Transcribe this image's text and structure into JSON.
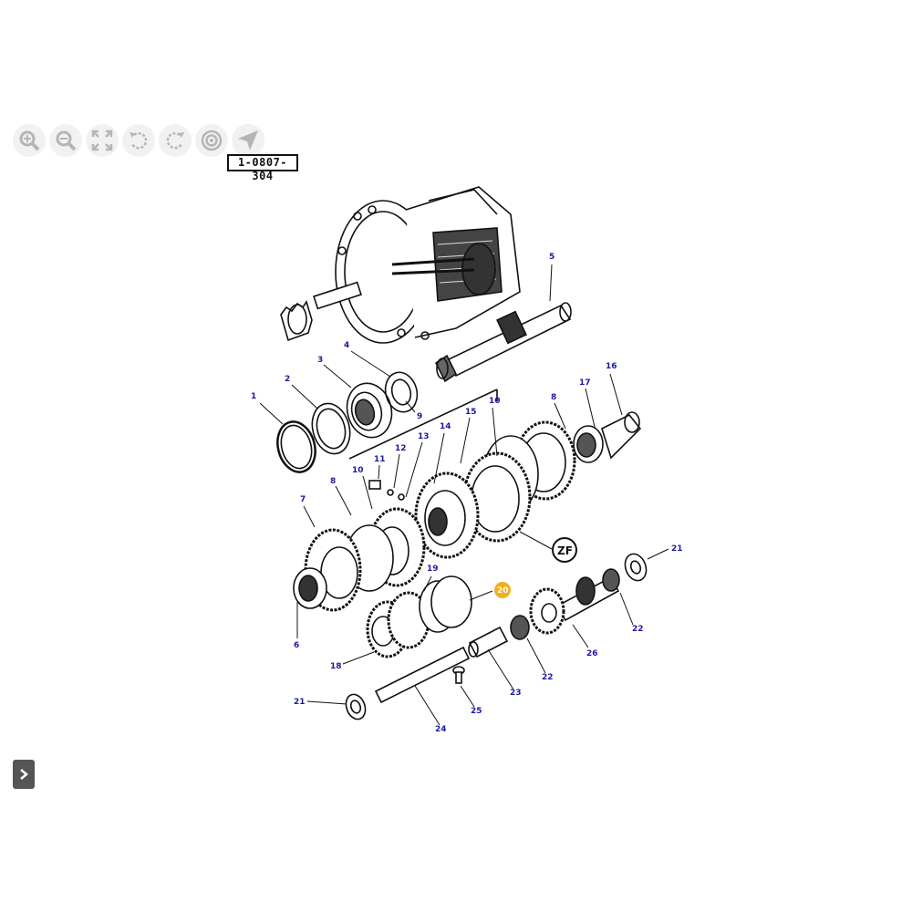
{
  "toolbar": {
    "buttons": [
      {
        "name": "zoom-in-icon",
        "label": "zoom in"
      },
      {
        "name": "zoom-out-icon",
        "label": "zoom out"
      },
      {
        "name": "fit-to-screen-icon",
        "label": "fit"
      },
      {
        "name": "rotate-left-icon",
        "label": "rotate left"
      },
      {
        "name": "rotate-right-icon",
        "label": "rotate right"
      },
      {
        "name": "target-icon",
        "label": "reset"
      },
      {
        "name": "navigate-arrow-icon",
        "label": "pointer"
      }
    ]
  },
  "diagram": {
    "code": "1-0807- 304",
    "logo_text": "ZF",
    "highlight_color": "#f0b020",
    "callout_color": "#1a1aa0",
    "callouts": {
      "c1": "1",
      "c2": "2",
      "c3": "3",
      "c4": "4",
      "c5": "5",
      "c6": "6",
      "c7": "7",
      "c8a": "8",
      "c8b": "8",
      "c9": "9",
      "c10a": "10",
      "c10b": "10",
      "c11": "11",
      "c12": "12",
      "c13": "13",
      "c14": "14",
      "c15": "15",
      "c16": "16",
      "c17": "17",
      "c18": "18",
      "c19": "19",
      "c20": "20",
      "c21a": "21",
      "c21b": "21",
      "c22a": "22",
      "c22b": "22",
      "c23": "23",
      "c24": "24",
      "c25": "25",
      "c26": "26"
    }
  },
  "panel": {
    "expand_icon": "chevron-right-icon"
  }
}
